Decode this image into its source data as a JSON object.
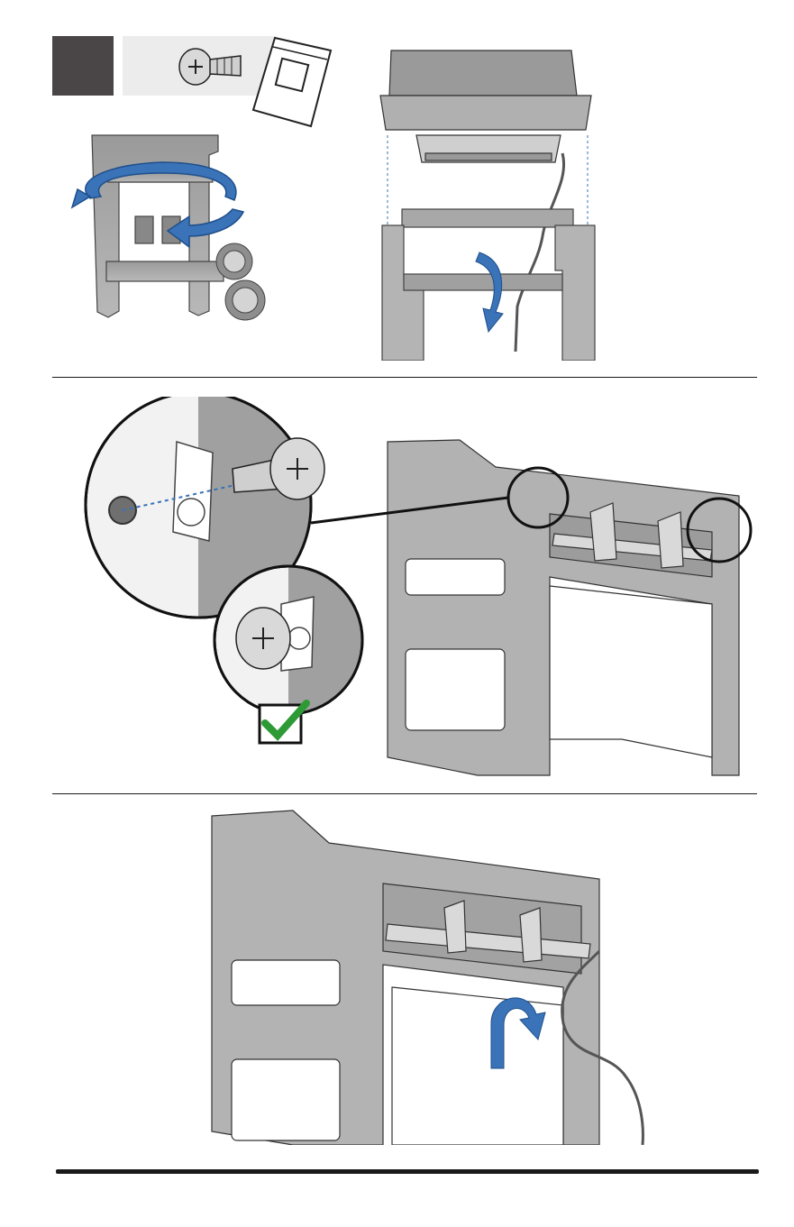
{
  "page": {
    "background": "#ffffff",
    "step_badge_color": "#4a4647",
    "arrow_color": "#3a73b8",
    "check_color": "#2e9a35",
    "frame_color": "#8e8e8e",
    "line_color": "#1a1a1a"
  },
  "step": {
    "number": ""
  },
  "parts": [
    {
      "icon": "screw-icon"
    },
    {
      "icon": "hardware-bag-icon"
    }
  ],
  "panels": [
    {
      "name": "rotate-cart-instruction",
      "icons": [
        "rotate-arrow-icon"
      ]
    },
    {
      "name": "lower-cookbox-instruction",
      "icons": [
        "down-arrow-icon"
      ]
    },
    {
      "name": "install-screws-instruction",
      "icons": [
        "screw-detail-icon",
        "checkmark-icon"
      ]
    },
    {
      "name": "route-hose-instruction",
      "icons": [
        "curved-arrow-icon"
      ]
    }
  ]
}
